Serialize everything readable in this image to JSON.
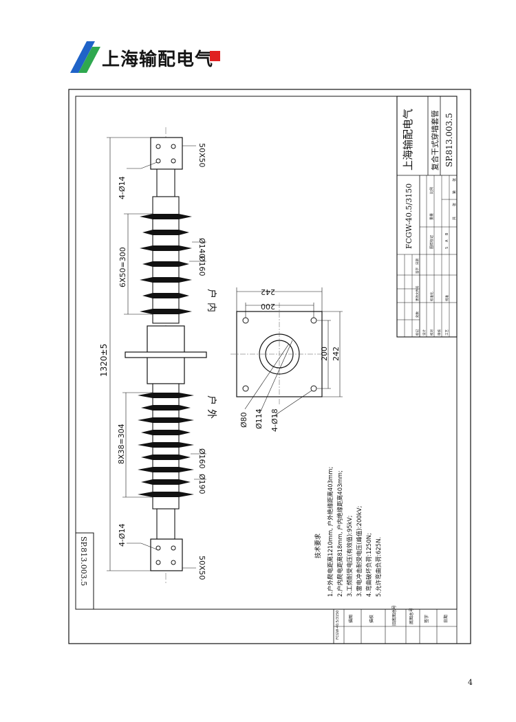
{
  "header": {
    "company_name": "上海输配电气",
    "brand_colors": {
      "stripe_blue": "#1f63c8",
      "stripe_green": "#2fa84f",
      "square_red": "#e02020"
    }
  },
  "title_block": {
    "company": "上海输配电气",
    "product_name": "复合干式穿墙套管",
    "drawing_no": "SP.813.003.5",
    "model": "FCGW-40.5/3150",
    "table_headers": [
      "图样标记",
      "重量",
      "比例"
    ],
    "revision_labels": [
      "标记",
      "处数",
      "更改文件号",
      "签字",
      "日期"
    ],
    "role_labels": [
      "设计",
      "校对",
      "审核",
      "工艺",
      "标准化",
      "批准"
    ],
    "sheet_labels": [
      "共",
      "张",
      "第",
      "张"
    ],
    "scale_marks": [
      "S",
      "A",
      "B"
    ]
  },
  "side_view": {
    "overall_length": "1320±5",
    "bolt_holes_top": "4-Ø14",
    "bolt_holes_bottom": "4-Ø14",
    "terminal_top": "50X50",
    "terminal_bottom": "50X50",
    "indoor_shed_spacing": "6X50=300",
    "outdoor_shed_spacing": "8X38=304",
    "indoor_big_shed": "Ø140",
    "indoor_small_shed": "Ø160",
    "outdoor_small_shed": "Ø160",
    "outdoor_big_shed": "Ø190",
    "indoor_label": "户内",
    "outdoor_label": "户外"
  },
  "flange_view": {
    "outer_width": "242",
    "hole_spacing_h": "200",
    "hole_spacing_v": "200",
    "outer_height": "242",
    "inner_dia": "Ø80",
    "outer_dia": "Ø114",
    "bolt_holes": "4-Ø18"
  },
  "requirements": {
    "title": "技术要求",
    "items": [
      "1.户外爬电距离1210mm, 户外绝缘距离403mm;",
      "2.户内爬电距离818mm, 户内绝缘距离403mm;",
      "3.工频耐受电压(有效值):95kV;",
      "3.雷电冲击耐受电压(峰值):200kV;",
      "4.弯曲破坏负荷:1250N;",
      "5.允许弯曲负荷:625N."
    ]
  },
  "corner_drawing_no": "SP.813.003.5",
  "left_strip": {
    "labels": [
      "FCGW-40.5/3150",
      "描图",
      "描校",
      "旧底图总号",
      "底图总号",
      "签字",
      "日期"
    ]
  },
  "page_number": "4"
}
